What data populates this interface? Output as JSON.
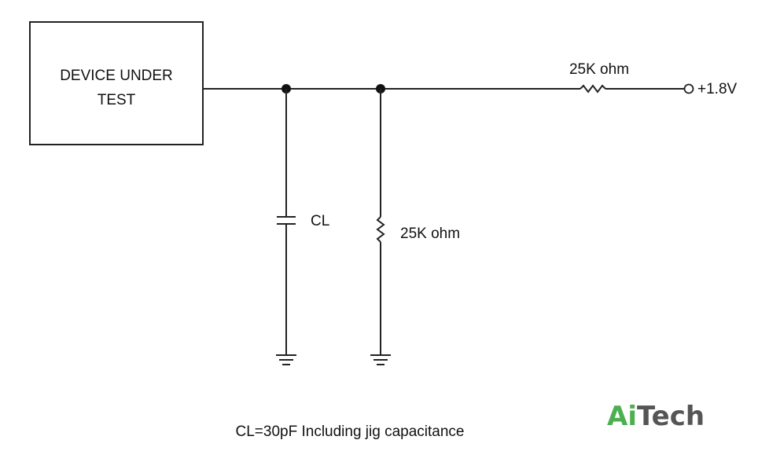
{
  "dut": {
    "line1": "DEVICE UNDER",
    "line2": "TEST"
  },
  "capacitor": {
    "label": "CL"
  },
  "shunt_resistor": {
    "label": "25K ohm"
  },
  "series_resistor": {
    "label": "25K ohm"
  },
  "supply": {
    "label": "+1.8V"
  },
  "caption": "CL=30pF Including jig capacitance",
  "watermark": {
    "part1": "Ai",
    "part2": "Tech",
    "color1": "#4caf50",
    "color2": "#555555"
  }
}
